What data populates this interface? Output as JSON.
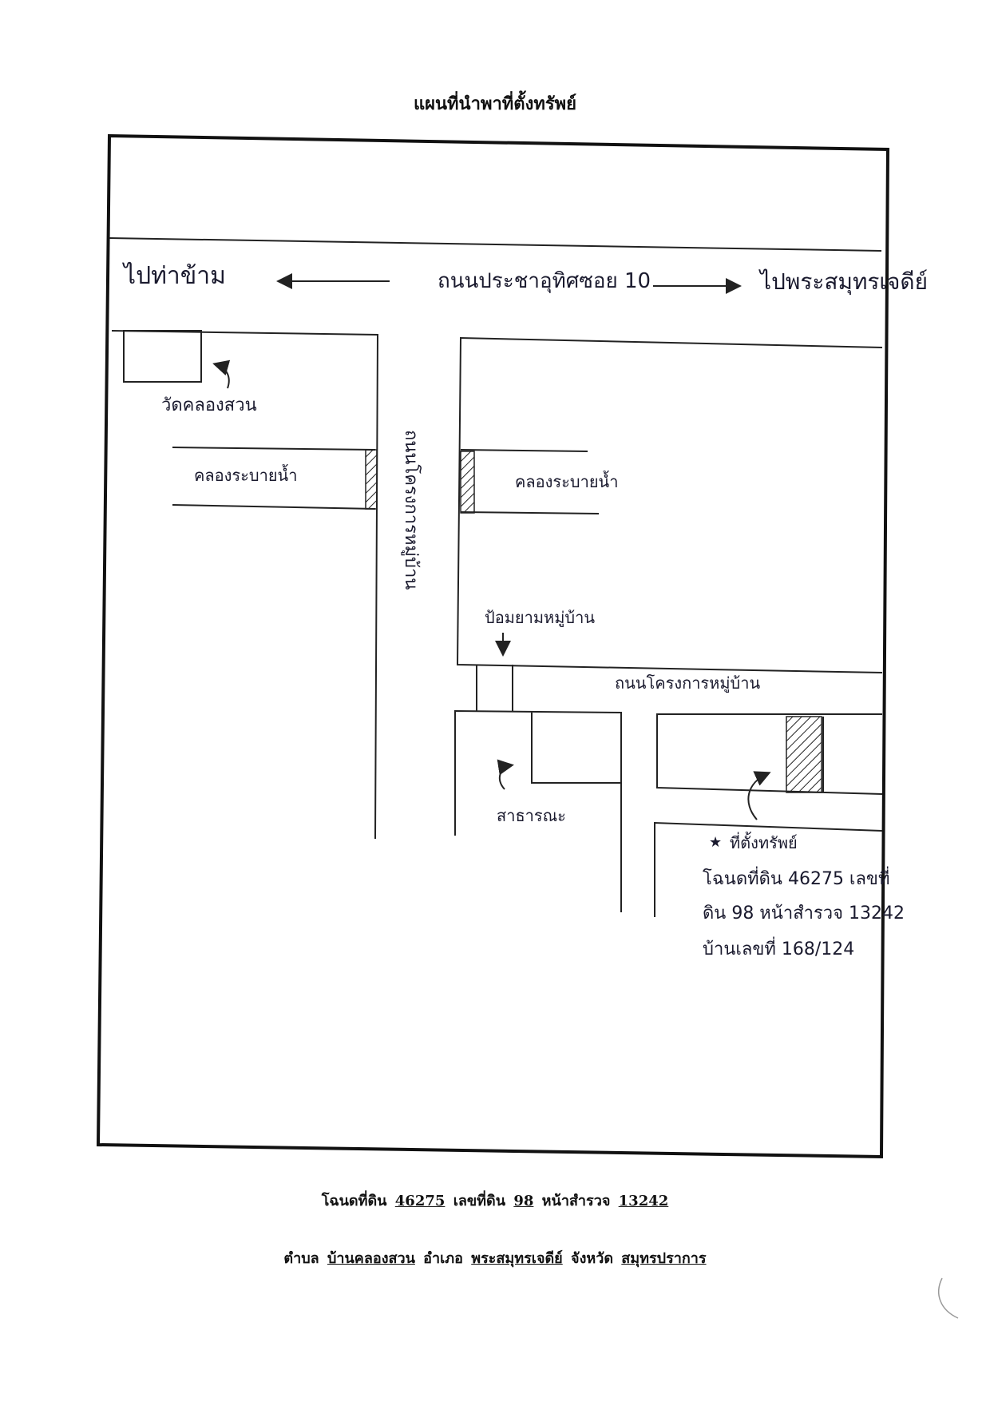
{
  "title": "แผนที่นำพาที่ตั้งทรัพย์",
  "map": {
    "road_main": "ถนนประชาอุทิศซอย 10",
    "to_west": "ไปท่าข้าม",
    "to_east": "ไปพระสมุทรเจดีย์",
    "temple": "วัดคลองสวน",
    "canal_left": "คลองระบายน้ำ",
    "canal_right": "คลองระบายน้ำ",
    "road_vertical": "ถนนโครงการหมู่บ้าน",
    "guard_post": "ป้อมยามหมู่บ้าน",
    "road_village": "ถนนโครงการหมู่บ้าน",
    "public_area": "สาธารณะ",
    "property_marker": "★",
    "property_label": "ที่ตั้งทรัพย์",
    "deed_line1": "โฉนดที่ดิน 46275 เลขที่",
    "deed_line2": "ดิน 98 หน้าสำรวจ 13242",
    "house_no": "บ้านเลขที่ 168/124"
  },
  "footer": {
    "deed_label": "โฉนดที่ดิน",
    "deed_no": "46275",
    "land_label": "เลขที่ดิน",
    "land_no": "98",
    "survey_label": "หน้าสำรวจ",
    "survey_no": "13242",
    "subdistrict_label": "ตำบล",
    "subdistrict": "บ้านคลองสวน",
    "district_label": "อำเภอ",
    "district": "พระสมุทรเจดีย์",
    "province_label": "จังหวัด",
    "province": "สมุทรปราการ"
  }
}
